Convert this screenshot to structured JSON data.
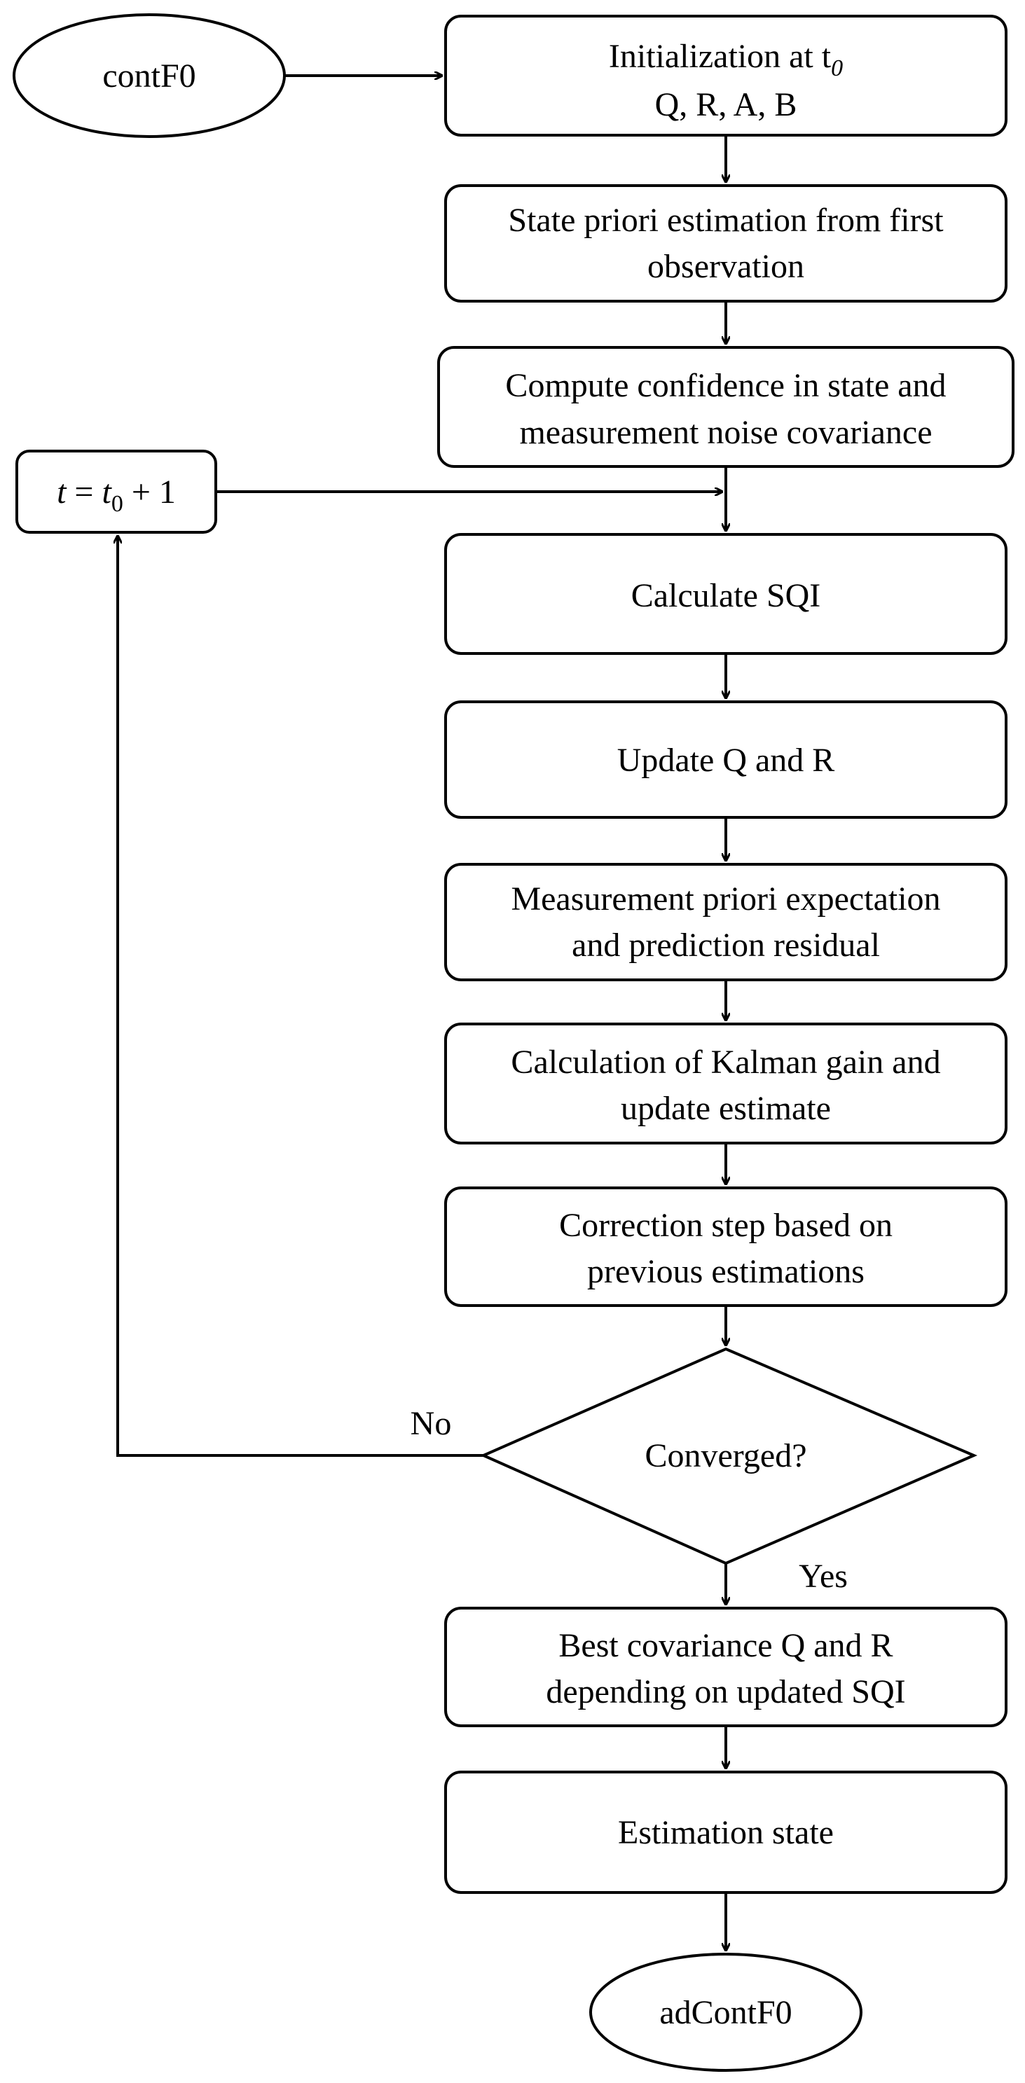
{
  "nodes": {
    "start": {
      "line1": "contF0"
    },
    "init": {
      "line1": "Initialization at t",
      "line1_sub": "0",
      "line2": "Q, R, A, B"
    },
    "state": {
      "line1": "State priori estimation from first",
      "line2": "observation"
    },
    "conf": {
      "line1": "Compute confidence in state and",
      "line2": "measurement noise covariance"
    },
    "loop": {
      "t": "t",
      "eq": " = ",
      "t0": "t",
      "t0_sub": "0",
      "plus": " + 1"
    },
    "sqi": {
      "line1": "Calculate SQI"
    },
    "update": {
      "line1": "Update Q and R"
    },
    "meas": {
      "line1": "Measurement priori expectation",
      "line2": "and prediction residual"
    },
    "kalman": {
      "line1": "Calculation of Kalman gain and",
      "line2": "update estimate"
    },
    "corr": {
      "line1": "Correction step based on",
      "line2": "previous estimations"
    },
    "decision": {
      "line1": "Converged?"
    },
    "best": {
      "line1": "Best covariance Q and R",
      "line2": "depending on updated SQI"
    },
    "estim": {
      "line1": "Estimation state"
    },
    "end": {
      "line1": "adContF0"
    }
  },
  "edge_labels": {
    "no": "No",
    "yes": "Yes"
  },
  "colors": {
    "stroke": "#000000",
    "fill": "#ffffff",
    "text": "#000000"
  }
}
